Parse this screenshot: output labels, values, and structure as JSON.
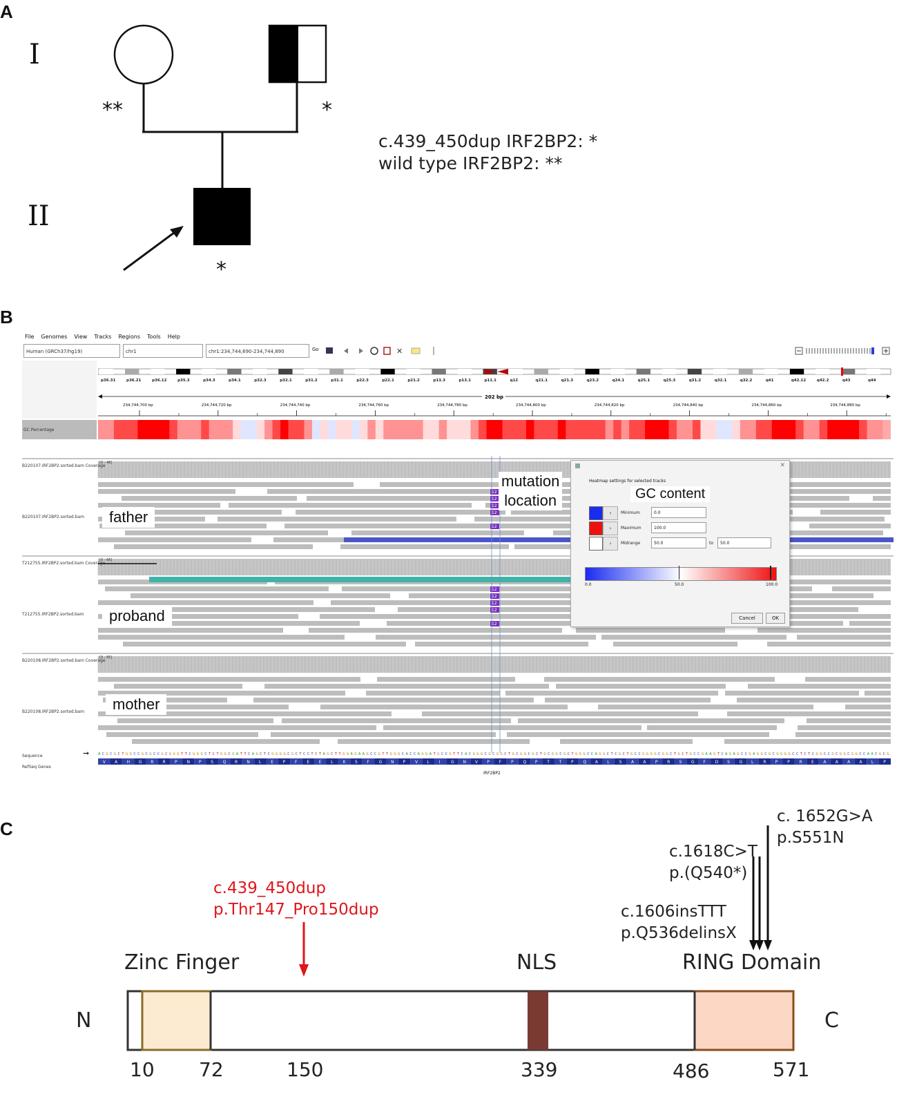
{
  "panels": {
    "a": "A",
    "b": "B",
    "c": "C"
  },
  "pedigree": {
    "gen1": "I",
    "gen2": "II",
    "mother_mark": "**",
    "father_mark": "*",
    "proband_mark": "*",
    "legend_line1": "c.439_450dup IRF2BP2: *",
    "legend_line2": "wild type IRF2BP2: **"
  },
  "igv": {
    "menu": [
      "File",
      "Genomes",
      "View",
      "Tracks",
      "Regions",
      "Tools",
      "Help"
    ],
    "genome": "Human (GRCh37/hg19)",
    "chromosome": "chr1",
    "locus": "chr1:234,744,690-234,744,890",
    "go_label": "Go",
    "cytobands": [
      "p36.31",
      "p36.21",
      "p36.12",
      "p35.3",
      "p34.3",
      "p34.1",
      "p32.3",
      "p32.1",
      "p31.2",
      "p31.1",
      "p22.3",
      "p22.1",
      "p21.2",
      "p13.3",
      "p13.1",
      "p11.1",
      "q12",
      "q21.1",
      "q21.3",
      "q23.2",
      "q24.1",
      "q25.1",
      "q25.3",
      "q31.2",
      "q32.1",
      "q32.2",
      "q41",
      "q42.12",
      "q42.2",
      "q43",
      "q44"
    ],
    "span_label": "202 bp",
    "ruler_ticks": [
      "234,744,700 bp",
      "234,744,720 bp",
      "234,744,740 bp",
      "234,744,760 bp",
      "234,744,780 bp",
      "234,744,800 bp",
      "234,744,820 bp",
      "234,744,840 bp",
      "234,744,860 bp",
      "234,744,880 bp"
    ],
    "gc_track": "GC Percentage",
    "tracks": [
      {
        "cov": "B220107.IRF2BP2.sorted.bam Coverage",
        "bam": "B220107.IRF2BP2.sorted.bam",
        "overlay": "father",
        "range": "[0 - 48]"
      },
      {
        "cov": "T212755.IRF2BP2.sorted.bam Coverage",
        "bam": "T212755.IRF2BP2.sorted.bam",
        "overlay": "proband",
        "range": "[0 - 66]"
      },
      {
        "cov": "B220108.IRF2BP2.sorted.bam Coverage",
        "bam": "B220108.IRF2BP2.sorted.bam",
        "overlay": "mother",
        "range": "[0 - 85]"
      }
    ],
    "insertion_marker": "12",
    "mutation_label_1": "mutation",
    "mutation_label_2": "location",
    "sequence_label": "Sequence",
    "refseq_label": "RefSeq Genes",
    "gene_name": "IRF2BP2",
    "sequence": "ACGCGCTGGCCGCGCCGCGGGTTCGGGCTCTGGCGATTCAGCTCGGGGCGCTCCTCTAGCTTGGAGAAGCCGTTGGGCACCAGGATGCCGTTCACGGGCGCGGCTGCGGCGCTGCGGCGCTGGGCCAGGCTCGCTGCCGGGGCGGCTGCTGCCGAAGTCAGAGCCGAGGCGCGGGGCCTCTCGGCCGCGGCGGCCAACGCG",
    "amino_acids": "VAHGRRPNPSQRNLEPFEELKSFGNPVLIGNVPFPQPTTPQALSAAPRSGFDSGLRPPREAAAALP",
    "dialog": {
      "title": "Heatmap settings for selected tracks",
      "overlay_title": "GC content",
      "min_label": "Minimum",
      "min_value": "0.0",
      "min_color": "#1a2cf0",
      "max_label": "Maximum",
      "max_value": "100.0",
      "max_color": "#ee1111",
      "mid_label": "Midrange",
      "mid_from": "50.0",
      "to_label": "to",
      "mid_to": "50.0",
      "scale_min": "0.0",
      "scale_mid": "50.0",
      "scale_max": "100.0",
      "cancel": "Cancel",
      "ok": "OK",
      "close": "✕"
    }
  },
  "protein": {
    "n_term": "N",
    "c_term": "C",
    "domains": [
      "Zinc Finger",
      "NLS",
      "RING Domain"
    ],
    "positions": [
      "10",
      "72",
      "150",
      "339",
      "486",
      "571"
    ],
    "colors": {
      "zinc": "#fdebd1",
      "zinc_border": "#8a6d2c",
      "nls": "#7a3a33",
      "ring": "#fbd7c4",
      "ring_border": "#8a4d1c",
      "red": "#e0151a"
    },
    "mutations": [
      {
        "cdna": "c.439_450dup",
        "protein": "p.Thr147_Pro150dup",
        "highlight": true
      },
      {
        "cdna": "c. 1652G>A",
        "protein": "p.S551N"
      },
      {
        "cdna": "c.1618C>T",
        "protein": "p.(Q540*)"
      },
      {
        "cdna": "c.1606insTTT",
        "protein": "p.Q536delinsX"
      }
    ]
  }
}
